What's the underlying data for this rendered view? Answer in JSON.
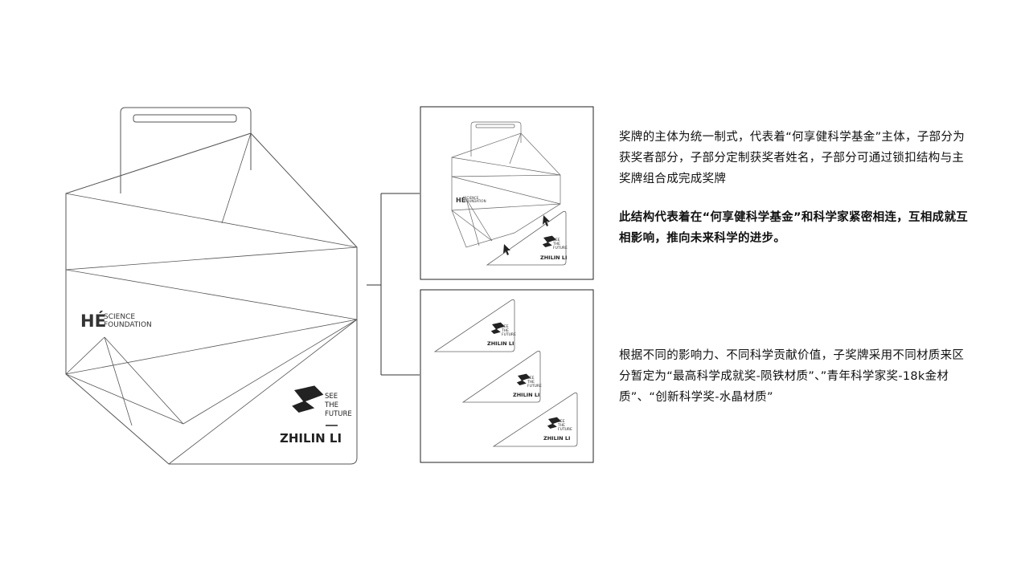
{
  "medal": {
    "foundation_mark": "HÉ",
    "foundation_line1": "SCIENCE",
    "foundation_line2": "FOUNDATION",
    "see_line1": "SEE",
    "see_line2": "THE",
    "see_line3": "FUTURE",
    "name": "ZHILIN LI"
  },
  "descriptions": {
    "para1": "奖牌的主体为统一制式，代表着“何享健科学基金”主体，子部分为获奖者部分，子部分定制获奖者姓名，子部分可通过锁扣结构与主奖牌组合成完成奖牌",
    "para2": "此结构代表着在“何享健科学基金”和科学家紧密相连，互相成就互相影响，推向未来科学的进步。",
    "para3": "根据不同的影响力、不同科学贡献价值，子奖牌采用不同材质来区分暂定为“最高科学成就奖-陨铁材质”、”青年科学家奖-18k金材质”、“创新科学奖-水晶材质”"
  }
}
